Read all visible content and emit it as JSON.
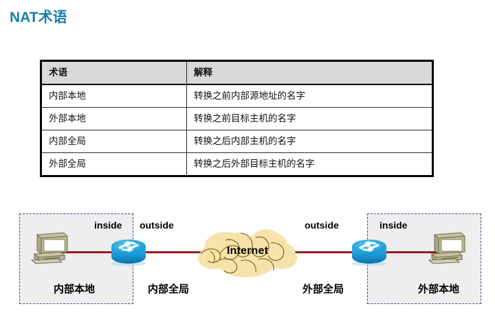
{
  "page": {
    "title": "NAT术语",
    "title_color": "#1a7fa8"
  },
  "table": {
    "headers": [
      "术语",
      "解释"
    ],
    "rows": [
      {
        "term": "内部本地",
        "description": "转换之前内部源地址的名字"
      },
      {
        "term": "外部本地",
        "description": "转换之前目标主机的名字"
      },
      {
        "term": "内部全局",
        "description": "转换之后内部主机的名字"
      },
      {
        "term": "外部全局",
        "description": "转换之后外部目标主机的名字"
      }
    ],
    "header_background": "#d9d9d9",
    "border_color": "#000000"
  },
  "diagram": {
    "cloud": {
      "label": "Internet",
      "fill_color": "#f6e3ab",
      "stroke_color": "#8a6d1f"
    },
    "link_color": "#981919",
    "zone_fill": "#eeeeee",
    "zone_border": "#4a4a86",
    "interfaces": {
      "inside_left": "inside",
      "outside_left": "outside",
      "outside_right": "outside",
      "inside_right": "inside"
    },
    "captions": {
      "inside_local": "内部本地",
      "inside_global": "内部全局",
      "outside_global": "外部全局",
      "outside_local": "外部本地"
    },
    "devices": {
      "pc_left": "pc-icon",
      "router_left": "router-icon",
      "router_right": "router-icon",
      "pc_right": "pc-icon"
    },
    "router_color": "#1e9ad6",
    "pc_color": "#b5b58d"
  }
}
